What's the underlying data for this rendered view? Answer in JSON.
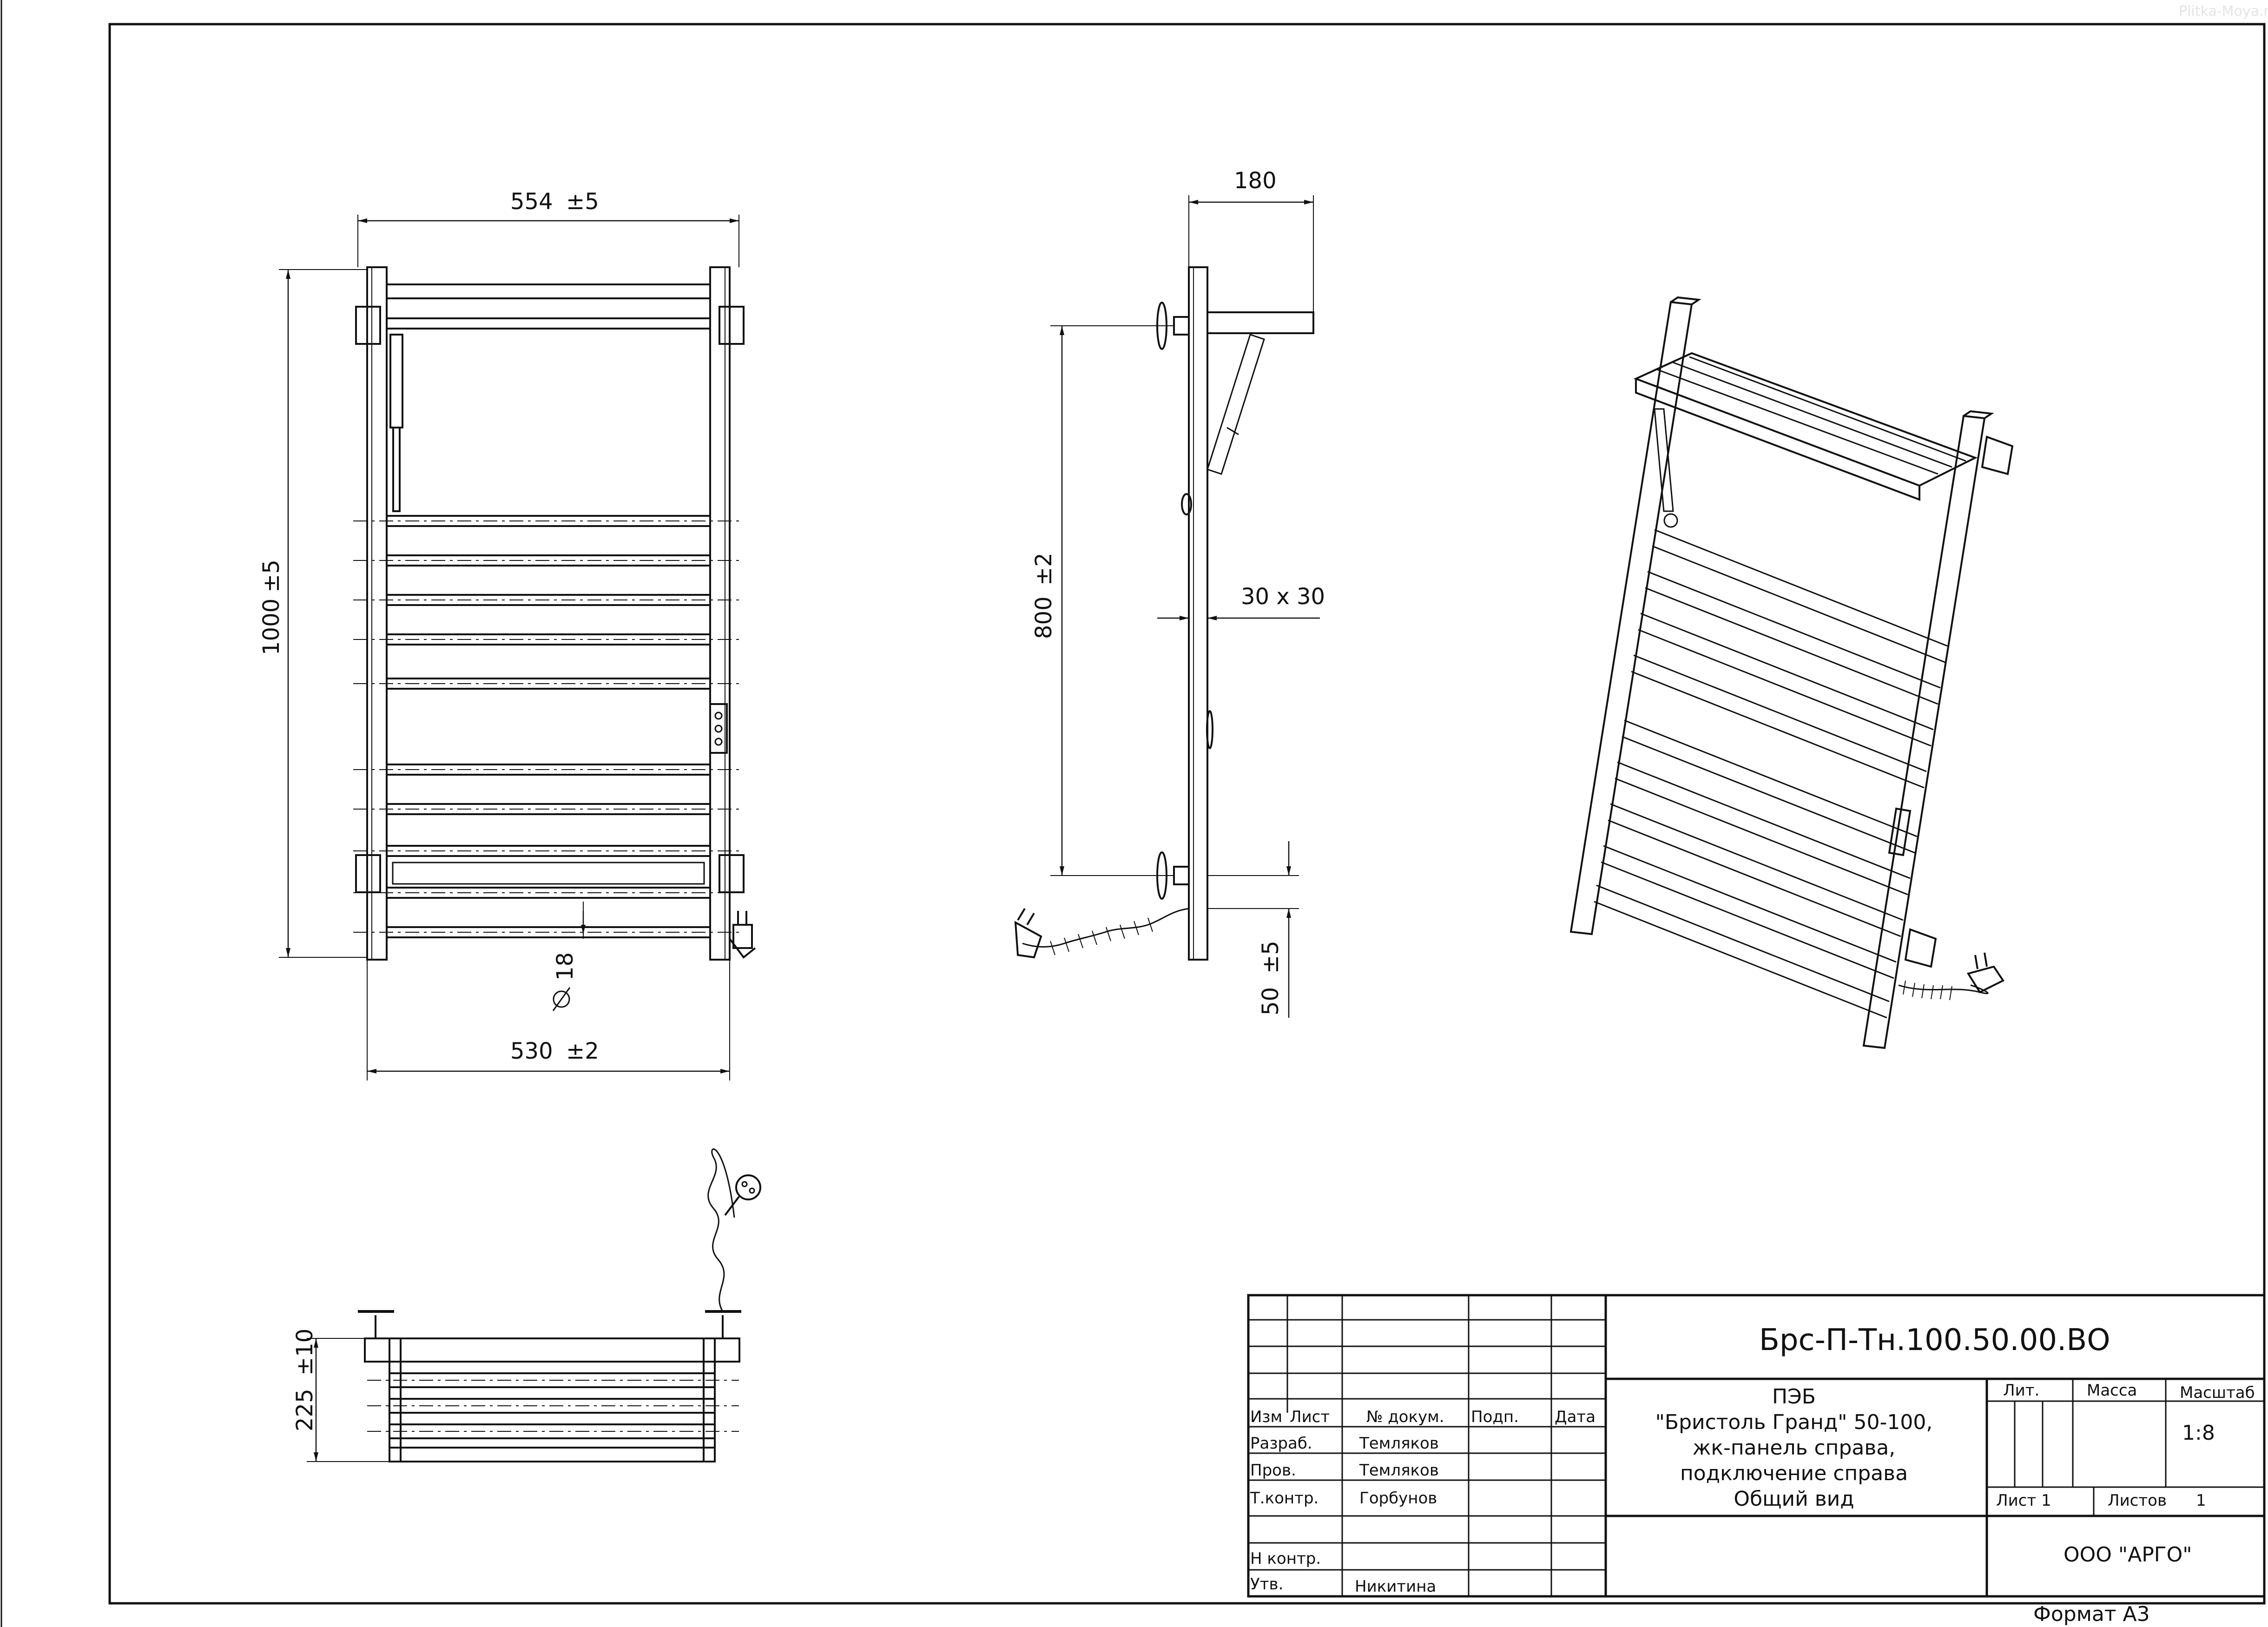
{
  "watermark": "Plitka-Moya.ru",
  "front_view": {
    "width_top": "554",
    "width_top_tol": "±5",
    "height": "1000",
    "height_tol": "±5",
    "pipe_diameter": "18",
    "width_bottom": "530",
    "width_bottom_tol": "±2"
  },
  "side_view": {
    "depth": "180",
    "mount_spacing": "800",
    "mount_spacing_tol": "±2",
    "profile": "30 x 30",
    "bottom_offset": "50",
    "bottom_offset_tol": "±5"
  },
  "top_view": {
    "depth": "225",
    "depth_tol": "±10"
  },
  "title_block": {
    "doc_code": "Брс-П-Тн.100.50.00.ВО",
    "headers": {
      "izm": "Изм",
      "list": "Лист",
      "docnum": "№ докум.",
      "sign": "Подп.",
      "date": "Дата"
    },
    "roles": [
      {
        "role": "Разраб.",
        "name": "Темляков"
      },
      {
        "role": "Пров.",
        "name": "Темляков"
      },
      {
        "role": "Т.контр.",
        "name": "Горбунов"
      },
      {
        "role": "",
        "name": ""
      },
      {
        "role": "Н контр.",
        "name": ""
      },
      {
        "role": "Утв.",
        "name": "Никитина"
      }
    ],
    "description": [
      "ПЭБ",
      "\"Бристоль Гранд\" 50-100,",
      "жк-панель справа,",
      "подключение справа",
      "Общий вид"
    ],
    "lit_label": "Лит.",
    "mass_label": "Масса",
    "scale_label": "Масштаб",
    "scale_value": "1:8",
    "sheet_label": "Лист 1",
    "sheets_label": "Листов",
    "sheets_value": "1",
    "company": "ООО \"АРГО\"",
    "format": "Формат А3"
  },
  "colors": {
    "line": "#111111",
    "paper": "#ffffff"
  }
}
